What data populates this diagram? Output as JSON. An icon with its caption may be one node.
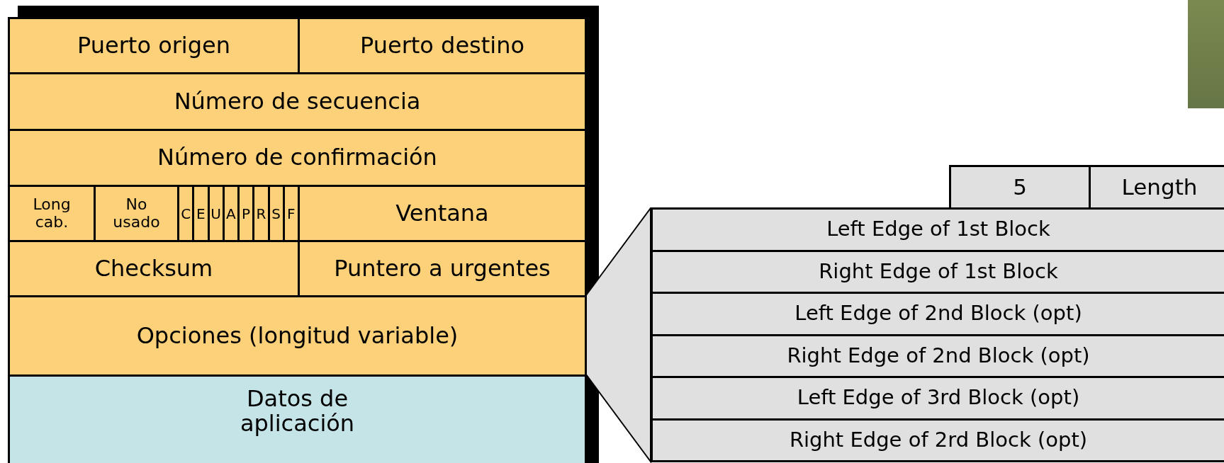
{
  "diagram": {
    "nodes": [
      {
        "text": [
          "Puerto origen"
        ]
      },
      {
        "text": [
          "Puerto destino"
        ]
      },
      {
        "text": [
          "Número de secuencia"
        ]
      },
      {
        "text": [
          "Número de confirmación"
        ]
      },
      {
        "text": [
          "Long cab."
        ]
      },
      {
        "text": [
          "No usado"
        ]
      },
      {
        "text": [
          "C"
        ]
      },
      {
        "text": [
          "E"
        ]
      },
      {
        "text": [
          "U"
        ]
      },
      {
        "text": [
          "A"
        ]
      },
      {
        "text": [
          "P"
        ]
      },
      {
        "text": [
          "R"
        ]
      },
      {
        "text": [
          "S"
        ]
      },
      {
        "text": [
          "F"
        ]
      },
      {
        "text": [
          "Ventana"
        ]
      },
      {
        "text": [
          "Checksum"
        ]
      },
      {
        "text": [
          "Puntero a urgentes"
        ]
      },
      {
        "text": [
          "Opciones (longitud variable)"
        ]
      },
      {
        "text": [
          "Datos de aplicación"
        ]
      },
      {
        "text": [
          "5"
        ]
      },
      {
        "text": [
          "Length"
        ]
      },
      {
        "text": [
          "Left Edge of 1st Block"
        ]
      },
      {
        "text": [
          "Right Edge of 1st Block"
        ]
      },
      {
        "text": [
          "Left Edge of 2nd Block (opt)"
        ]
      },
      {
        "text": [
          "Right Edge of 2nd Block (opt)"
        ]
      },
      {
        "text": [
          "Left Edge of 3rd Block (opt)"
        ]
      },
      {
        "text": [
          "Right Edge of 2rd Block (opt)"
        ]
      },
      {
        "text": [],
        "shape": "trapezoid"
      }
    ]
  }
}
